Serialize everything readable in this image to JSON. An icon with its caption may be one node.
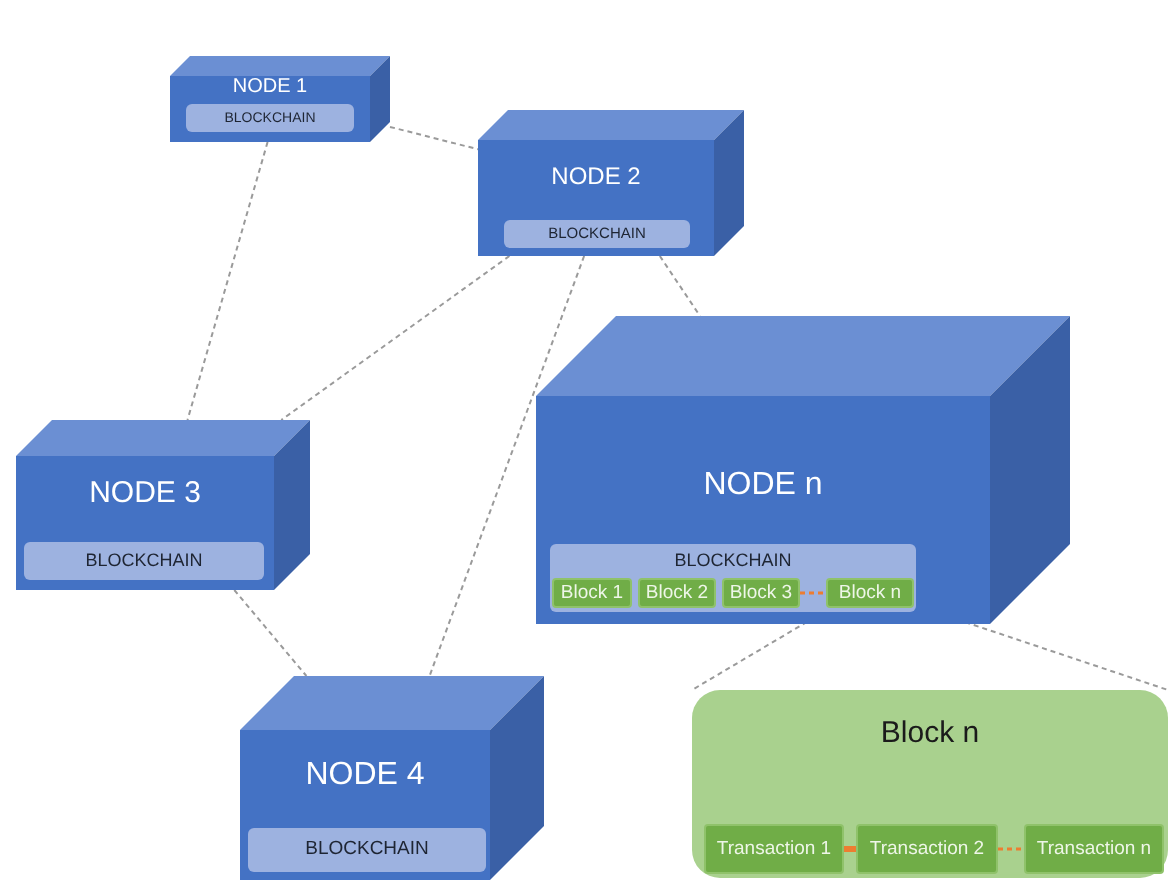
{
  "diagram": {
    "nodes": [
      {
        "text": [
          "NODE 1"
        ]
      },
      {
        "text": [
          "BLOCKCHAIN"
        ],
        "in": 0
      },
      {
        "text": [
          "NODE 2"
        ]
      },
      {
        "text": [
          "BLOCKCHAIN"
        ],
        "in": 2
      },
      {
        "text": [
          "NODE n"
        ]
      },
      {
        "text": [
          "BLOCKCHAIN"
        ],
        "in": 4
      },
      {
        "text": [
          "Block 1"
        ],
        "in": 5
      },
      {
        "text": [
          "Block 2"
        ],
        "in": 5
      },
      {
        "text": [
          "Block 3"
        ],
        "in": 5
      },
      {
        "text": [
          "Block n"
        ],
        "in": 5
      },
      {
        "text": [
          "NODE 3"
        ]
      },
      {
        "text": [
          "BLOCKCHAIN"
        ],
        "in": 10
      },
      {
        "text": [
          "NODE 4"
        ]
      },
      {
        "text": [
          "BLOCKCHAIN"
        ],
        "in": 12
      },
      {
        "text": [
          "Block n"
        ]
      },
      {
        "text": [
          "Transaction 1"
        ],
        "in": 14
      },
      {
        "text": [
          "Transaction 2"
        ],
        "in": 14
      },
      {
        "text": [
          "Transaction n"
        ],
        "in": 14
      }
    ],
    "edges": [
      {
        "from": 0,
        "to": 2,
        "arrow": "none",
        "style": "dashed"
      },
      {
        "from": 0,
        "to": 10,
        "arrow": "none",
        "style": "dashed"
      },
      {
        "from": 2,
        "to": 10,
        "arrow": "none",
        "style": "dashed"
      },
      {
        "from": 2,
        "to": 12,
        "arrow": "none",
        "style": "dashed"
      },
      {
        "from": 10,
        "to": 12,
        "arrow": "none",
        "style": "dashed"
      },
      {
        "from": 2,
        "to": 4,
        "arrow": "none",
        "style": "dashed"
      },
      {
        "from": 8,
        "to": 9,
        "arrow": "none",
        "style": "dashed",
        "color": "#ed7d31"
      },
      {
        "from": 9,
        "to": 14,
        "arrow": "none",
        "style": "dashed"
      },
      {
        "from": 9,
        "to": 14,
        "arrow": "none",
        "style": "dashed"
      },
      {
        "from": 15,
        "to": 16,
        "arrow": "none",
        "style": "thick",
        "color": "#ed7d31"
      },
      {
        "from": 16,
        "to": 17,
        "arrow": "none",
        "style": "dashed",
        "color": "#ed7d31"
      }
    ]
  }
}
